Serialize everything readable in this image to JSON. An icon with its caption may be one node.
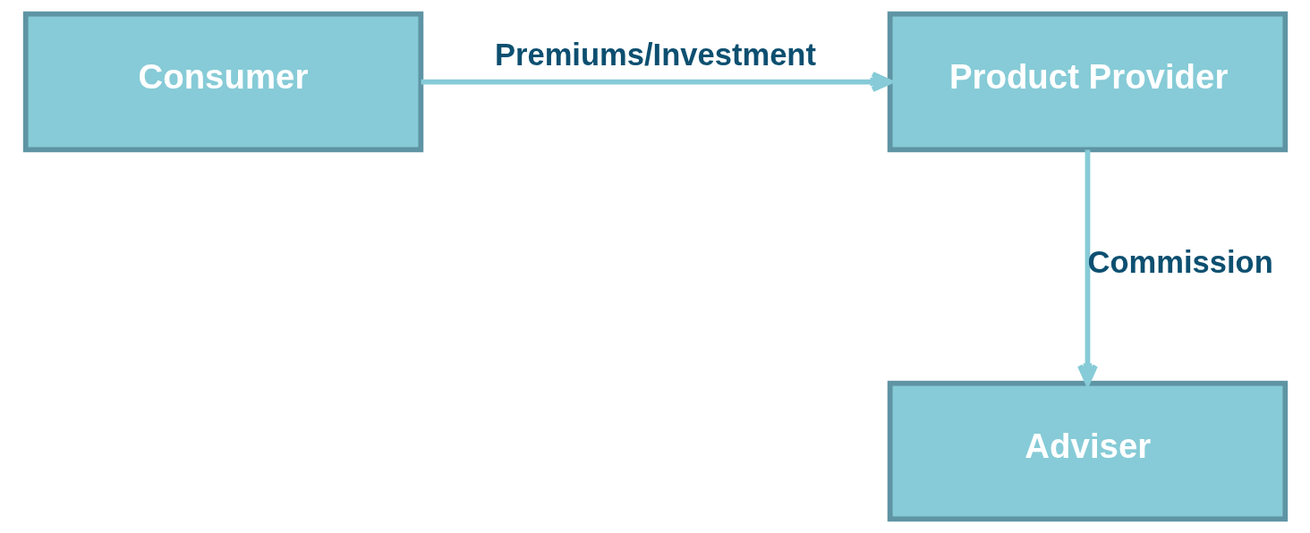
{
  "diagram": {
    "nodes": [
      {
        "text": [
          "Consumer"
        ]
      },
      {
        "text": [
          "Product Provider"
        ]
      },
      {
        "text": [
          "Adviser"
        ]
      }
    ],
    "edges": [
      {
        "from": 0,
        "to": 1,
        "arrow": "to",
        "label": "Premiums/Investment"
      },
      {
        "from": 1,
        "to": 2,
        "arrow": "to",
        "label": "Commission"
      }
    ]
  }
}
